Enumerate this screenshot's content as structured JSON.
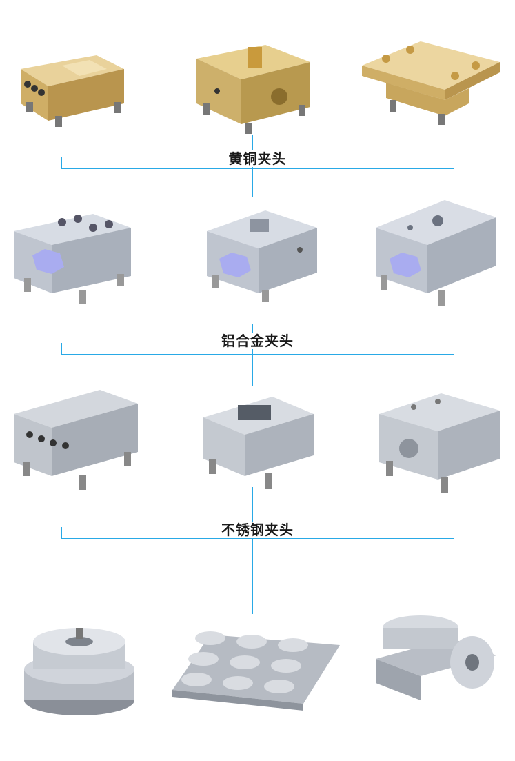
{
  "groups": [
    {
      "label": "黄铜夹头",
      "material": "brass",
      "color": "#d6b46a"
    },
    {
      "label": "铝合金夹头",
      "material": "aluminum",
      "color": "#c6ccd6"
    },
    {
      "label": "不锈钢夹头",
      "material": "stainless",
      "color": "#b7bcc4"
    }
  ],
  "colors": {
    "line": "#29a9e6",
    "bolt": "#a9acf0"
  }
}
